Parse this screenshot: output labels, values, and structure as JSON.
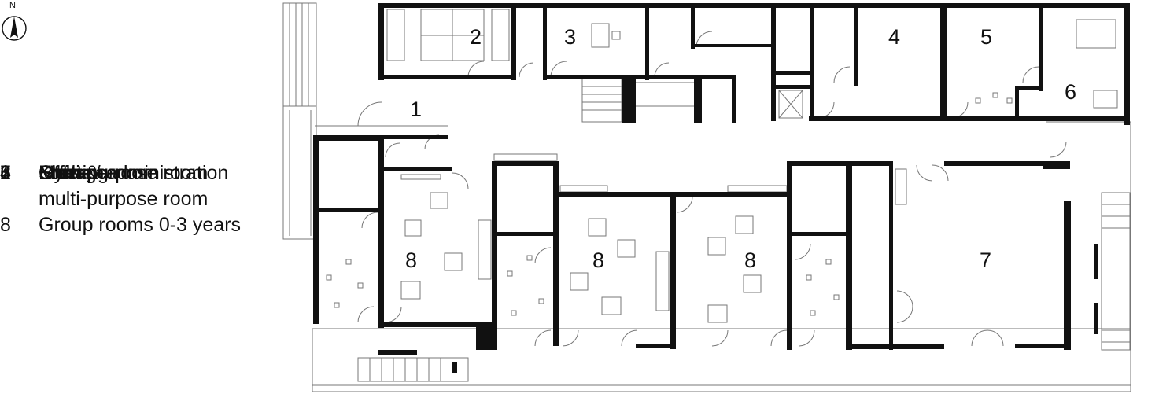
{
  "north_label": "N",
  "legend": [
    {
      "num": "1",
      "label": "Entrance"
    },
    {
      "num": "2",
      "label": "Storage"
    },
    {
      "num": "3",
      "label": "Office / administration"
    },
    {
      "num": "4",
      "label": "Kitchen"
    },
    {
      "num": "5",
      "label": "Multi-purpose room"
    },
    {
      "num": "6",
      "label": "Meeting room"
    },
    {
      "num": "7",
      "label": "Gym &",
      "label2": "multi-purpose room"
    },
    {
      "num": "8",
      "label": "Group rooms 0-3 years"
    }
  ],
  "room_numbers": [
    "1",
    "2",
    "3",
    "4",
    "5",
    "6",
    "7",
    "8",
    "8",
    "8"
  ],
  "colors": {
    "wall": "#111111",
    "thin_line": "#777777",
    "background": "#ffffff"
  },
  "icons": [
    "north-arrow-icon"
  ]
}
